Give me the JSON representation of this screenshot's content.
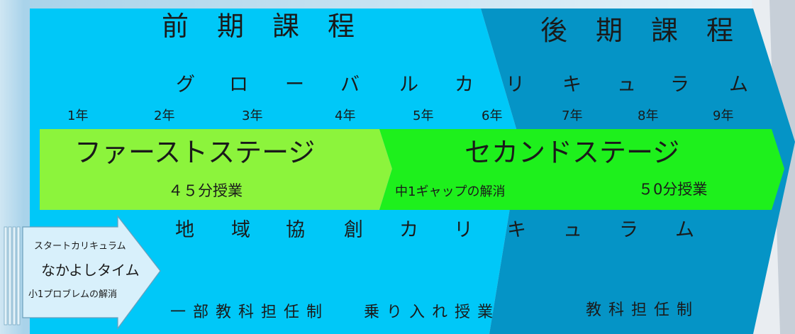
{
  "colors": {
    "early_bg": "#00c8f8",
    "late_bg": "#0594c6",
    "first_stage": "#8cf43c",
    "second_stage": "#1ef01c",
    "start_arrow": "#d8f0fb"
  },
  "headers": {
    "early": [
      "前",
      "期",
      "課",
      "程"
    ],
    "late": [
      "後",
      "期",
      "課",
      "程"
    ]
  },
  "global_curriculum": [
    "グ",
    "ロ",
    "ー",
    "バ",
    "ル",
    "カ",
    "リ",
    "キ",
    "ュ",
    "ラ",
    "ム"
  ],
  "local_curriculum": [
    "地",
    "域",
    "協",
    "創",
    "カ",
    "リ",
    "キ",
    "ュ",
    "ラ",
    "ム"
  ],
  "years": [
    "1年",
    "2年",
    "3年",
    "4年",
    "5年",
    "6年",
    "7年",
    "8年",
    "9年"
  ],
  "first_stage": {
    "title": "ファーストステージ",
    "lesson": "４５分授業"
  },
  "second_stage": {
    "title": "セカンドステージ",
    "lesson": "５0分授業",
    "gap_note": "中1ギャップの解消"
  },
  "start_curriculum": {
    "label": "スタートカリキュラム",
    "name": "なかよしタイム",
    "note": "小1プロブレムの解消"
  },
  "bottom": {
    "early_system": "一部教科担任制",
    "cross_class": "乗り入れ授業",
    "late_system": "教科担任制"
  }
}
